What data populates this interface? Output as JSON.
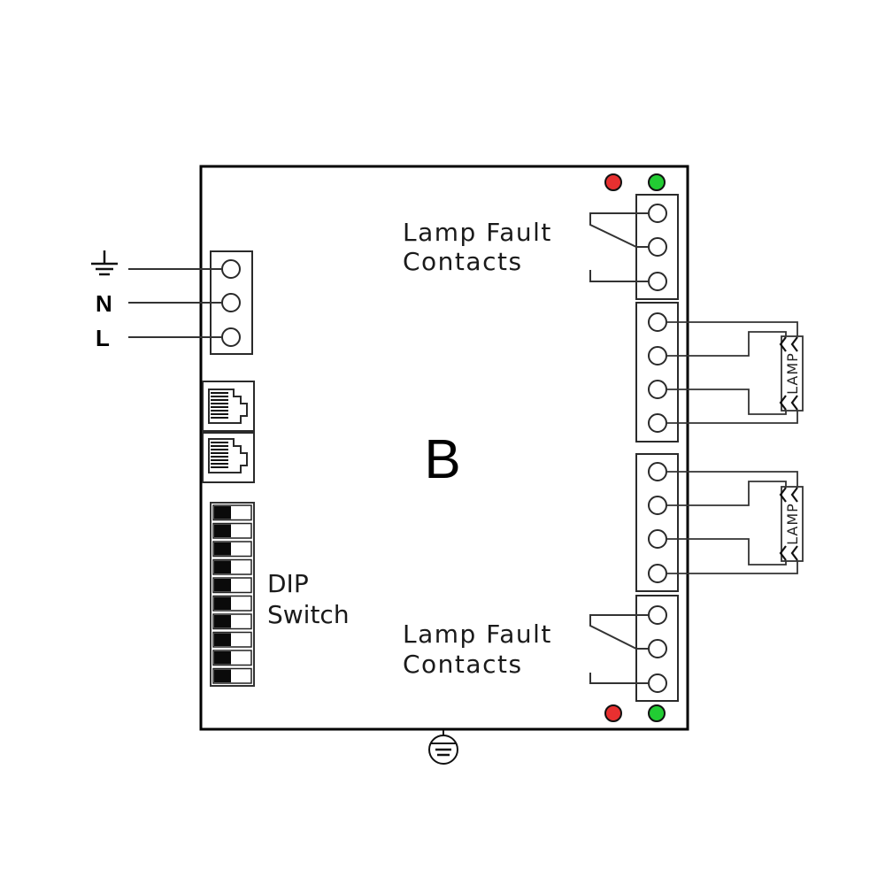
{
  "board": {
    "label": "B"
  },
  "supply_terminal": {
    "labels": [
      "ground-symbol",
      "N",
      "L"
    ],
    "text": {
      "neutral": "N",
      "line": "L"
    }
  },
  "rj45_ports": {
    "count": 2
  },
  "dip_switch": {
    "label_line1": "DIP",
    "label_line2": "Switch",
    "positions": 10,
    "state": [
      "off",
      "off",
      "off",
      "off",
      "off",
      "off",
      "off",
      "off",
      "off",
      "off"
    ]
  },
  "fault_contacts_top": {
    "label_line1": "Lamp Fault",
    "label_line2": "Contacts",
    "terminals": 3
  },
  "fault_contacts_bottom": {
    "label_line1": "Lamp Fault",
    "label_line2": "Contacts",
    "terminals": 3
  },
  "lamp_outputs": [
    {
      "label": "LAMP",
      "terminals": 4
    },
    {
      "label": "LAMP",
      "terminals": 4
    }
  ],
  "indicators": {
    "top": [
      {
        "name": "fault-led",
        "color": "#e83030"
      },
      {
        "name": "ok-led",
        "color": "#22cc33"
      }
    ],
    "bottom": [
      {
        "name": "fault-led",
        "color": "#e83030"
      },
      {
        "name": "ok-led",
        "color": "#22cc33"
      }
    ]
  },
  "earth_symbol": "chassis-ground"
}
